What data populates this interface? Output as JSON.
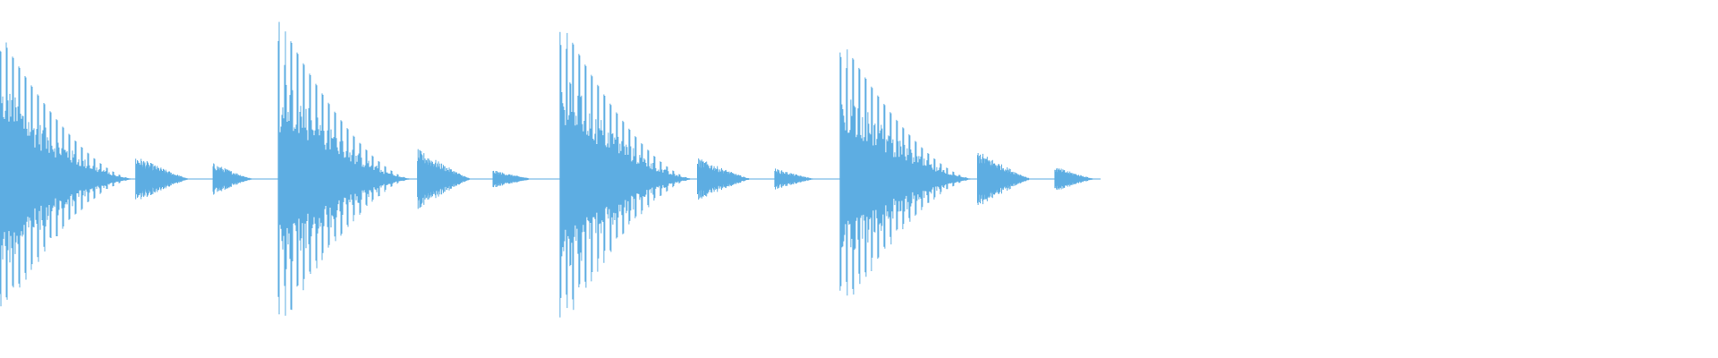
{
  "waveform": {
    "color": "#5dade2",
    "background": "#ffffff",
    "events": [
      {
        "kind": "hit",
        "start": 0.0,
        "peak": 0.8
      },
      {
        "kind": "echo",
        "start": 0.079,
        "peak": 0.13
      },
      {
        "kind": "echo",
        "start": 0.124,
        "peak": 0.09
      },
      {
        "kind": "hit",
        "start": 0.162,
        "peak": 0.9
      },
      {
        "kind": "echo",
        "start": 0.243,
        "peak": 0.17
      },
      {
        "kind": "echo",
        "start": 0.287,
        "peak": 0.05
      },
      {
        "kind": "hit",
        "start": 0.326,
        "peak": 0.89
      },
      {
        "kind": "echo",
        "start": 0.406,
        "peak": 0.12
      },
      {
        "kind": "echo",
        "start": 0.451,
        "peak": 0.06
      },
      {
        "kind": "hit",
        "start": 0.489,
        "peak": 0.79
      },
      {
        "kind": "echo",
        "start": 0.569,
        "peak": 0.16
      },
      {
        "kind": "echo",
        "start": 0.614,
        "peak": 0.07
      }
    ]
  }
}
